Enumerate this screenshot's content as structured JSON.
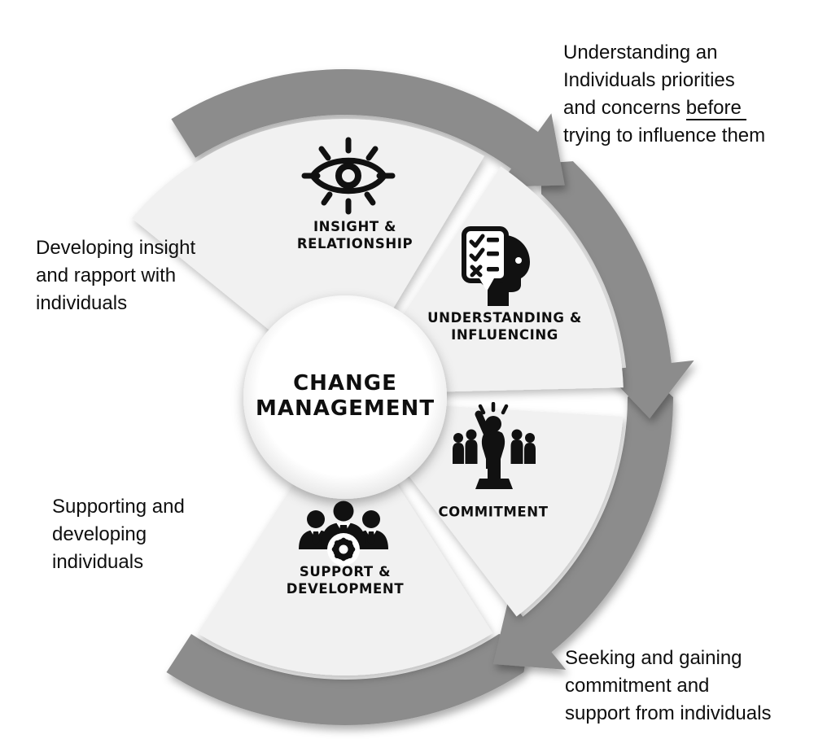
{
  "title": {
    "text": "CHANGE\nMANAGEMENT"
  },
  "segments": {
    "insight": {
      "label": "INSIGHT &\nRELATIONSHIP",
      "icon": "eye-rays-icon"
    },
    "understanding": {
      "label": "UNDERSTANDING &\nINFLUENCING",
      "icon": "head-checklist-icon"
    },
    "commitment": {
      "label": "COMMITMENT",
      "icon": "leader-audience-icon"
    },
    "support": {
      "label": "SUPPORT &\nDEVELOPMENT",
      "icon": "team-gear-icon"
    }
  },
  "annotations": {
    "top_right": {
      "pre": "Understanding an\nIndividuals priorities\nand concerns ",
      "underlined": "before",
      "post": "\ntrying to influence them"
    },
    "left": "Developing insight\nand rapport with\nindividuals",
    "bottom_left": "Supporting and\ndeveloping\nindividuals",
    "bottom_right": "Seeking and gaining\ncommitment and\nsupport from individuals"
  },
  "colors": {
    "background": "#ffffff",
    "ring": "#8c8c8c",
    "wedge": "#f1f1f1",
    "icon": "#111111",
    "text": "#0f0f0f"
  }
}
